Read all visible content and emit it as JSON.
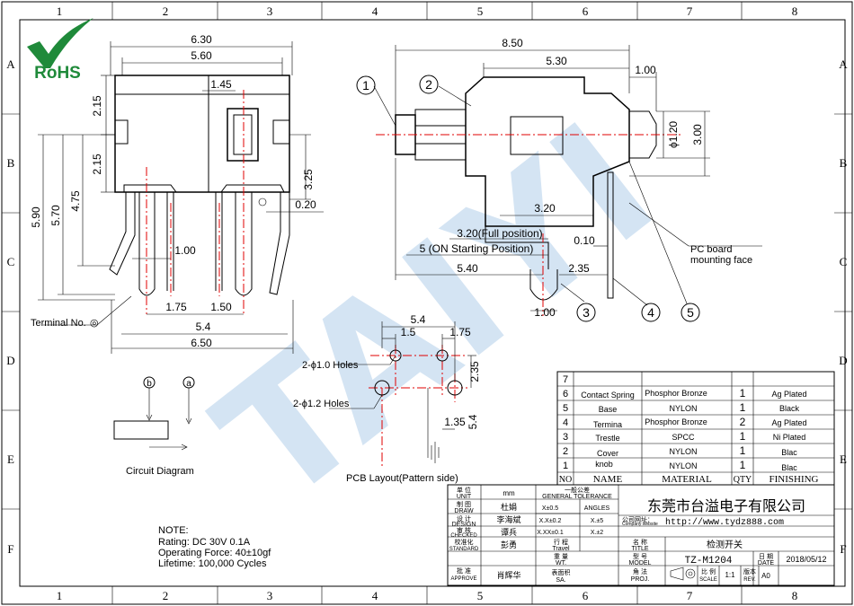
{
  "border": {
    "cols": [
      "1",
      "2",
      "3",
      "4",
      "5",
      "6",
      "7",
      "8"
    ],
    "rows": [
      "A",
      "B",
      "C",
      "D",
      "E",
      "F"
    ]
  },
  "logo": {
    "text": "RoHS",
    "brand_color": "#1f8a3a"
  },
  "watermark": {
    "text": "TAIYI",
    "color": "#9fc4e4"
  },
  "front_view": {
    "dims": {
      "w630": "6.30",
      "w560": "5.60",
      "w145": "1.45",
      "h215a": "2.15",
      "h215b": "2.15",
      "h325": "3.25",
      "h020": "0.20",
      "h590": "5.90",
      "h570": "5.70",
      "h475": "4.75",
      "w100": "1.00",
      "w175": "1.75",
      "w150": "1.50",
      "w54": "5.4",
      "w650": "6.50"
    },
    "terminal_label": "Terminal No.",
    "terminal_symbol": "◎"
  },
  "side_view": {
    "dims": {
      "w850": "8.50",
      "w530": "5.30",
      "w100a": "1.00",
      "d120": "ϕ1.20",
      "h300": "3.00",
      "w320": "3.20",
      "full_pos": "3.20(Full position)",
      "on_start": "5 (ON Starting Position)",
      "w010": "0.10",
      "w540": "5.40",
      "w235": "2.35",
      "w100b": "1.00"
    },
    "pc_board": [
      "PC board",
      "mounting face"
    ],
    "balloons": [
      "1",
      "2",
      "3",
      "4",
      "5"
    ]
  },
  "pcb_layout": {
    "dims": {
      "w54": "5.4",
      "w15": "1.5",
      "w175": "1.75",
      "h235": "2.35",
      "w135": "1.35",
      "h54": "5.4"
    },
    "holes_small": "2-ϕ1.0 Holes",
    "holes_large": "2-ϕ1.2 Holes",
    "caption": "PCB Layout(Pattern side)"
  },
  "circuit": {
    "caption": "Circuit Diagram",
    "pin_a": "a",
    "pin_b": "b"
  },
  "notes": {
    "title": "NOTE:",
    "lines": [
      "Rating: DC 30V 0.1A",
      "Operating Force: 40±10gf",
      "Lifetime: 100,000 Cycles"
    ]
  },
  "bom": {
    "header": {
      "no": "NO",
      "name": "NAME",
      "material": "MATERIAL",
      "qty": "QTY",
      "finishing": "FINISHING"
    },
    "rows": [
      {
        "no": "7",
        "name": "",
        "material": "",
        "qty": "",
        "finishing": ""
      },
      {
        "no": "6",
        "name": "Contact Spring",
        "material": "Phosphor Bronze",
        "qty": "1",
        "finishing": "Ag Plated"
      },
      {
        "no": "5",
        "name": "Base",
        "material": "NYLON",
        "qty": "1",
        "finishing": "Black"
      },
      {
        "no": "4",
        "name": "Termina",
        "material": "Phosphor Bronze",
        "qty": "2",
        "finishing": "Ag Plated"
      },
      {
        "no": "3",
        "name": "Trestle",
        "material": "SPCC",
        "qty": "1",
        "finishing": "Ni Plated"
      },
      {
        "no": "2",
        "name": "Cover",
        "material": "NYLON",
        "qty": "1",
        "finishing": "Blac"
      },
      {
        "no": "1",
        "name": "knob",
        "material": "NYLON",
        "qty": "1",
        "finishing": "Blac"
      }
    ]
  },
  "title_block": {
    "unit_label": [
      "单 位",
      "UNIT"
    ],
    "unit_value": "mm",
    "tol_title": [
      "一般公差",
      "GENERAL TOLERANCE"
    ],
    "draw_label": [
      "制 图",
      "DRAW"
    ],
    "draw_value": "杜娟",
    "design_label": [
      "设 计",
      "DESIGN"
    ],
    "design_value": "李海斌",
    "checked_label": [
      "审 核",
      "CHECKED"
    ],
    "checked_value": "谭兵",
    "standard_label": [
      "校准化",
      "STANDARD"
    ],
    "standard_value": "彭勇",
    "approve_label": [
      "批 准",
      "APPROVE"
    ],
    "approve_value": "肖辉华",
    "tol": [
      "X±0.5",
      "ANGLES",
      "X.X±0.2",
      "X.±5",
      "X.XX±0.1",
      "X.±2"
    ],
    "travel_label": [
      "行 程",
      "Travel"
    ],
    "weight_label": [
      "重 量",
      "WT."
    ],
    "finish_label": [
      "表面积",
      "SA."
    ],
    "company": "东莞市台溢电子有限公司",
    "website_label": [
      "公司网址：",
      "Company website"
    ],
    "website": "http://www.tydz888.com",
    "title_label": [
      "名 称",
      "TITLE"
    ],
    "title_value": "检测开关",
    "model_label": [
      "型 号",
      "MODEL"
    ],
    "model_value": "TZ-M1204",
    "date_label": [
      "日 期",
      "DATE"
    ],
    "date_value": "2018/05/12",
    "proj_label": [
      "角 法",
      "PROJ."
    ],
    "scale_label": [
      "比 例",
      "SCALE"
    ],
    "scale_value": "1:1",
    "rev_label": [
      "版本",
      "REV."
    ],
    "rev_value": "A0"
  }
}
